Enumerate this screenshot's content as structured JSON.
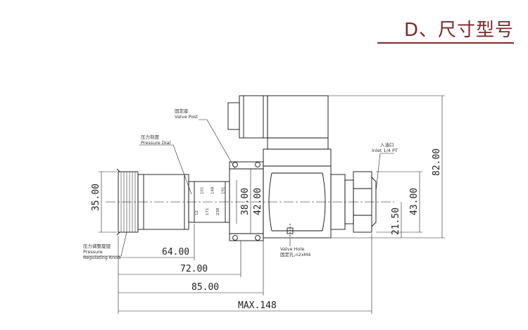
{
  "header": {
    "title": "D、尺寸型号"
  },
  "dimensions": {
    "d35": "35.00",
    "d38": "38.00",
    "d42": "42.00",
    "d43": "43.00",
    "d82": "82.00",
    "d2150": "21.50",
    "d64": "64.00",
    "d72": "72.00",
    "d85": "85.00",
    "dmax": "MAX.148"
  },
  "labels": {
    "valve_post_cn": "固定座",
    "valve_post_en": "Valve Post",
    "pressure_dial_cn": "压力刻度",
    "pressure_dial_en": "Pressure Dial",
    "inlet_cn": "入油口",
    "inlet_en": "Inlet 1/4 PT",
    "valve_hole_en": "Valve Hole",
    "valve_hole_cn": "固定孔,n2xM4",
    "knob_cn": "压力调整旋钮",
    "knob_en_1": "Pressure",
    "knob_en_2": "Regulating Knob"
  },
  "dial_marks": [
    "12",
    "101",
    "171",
    "148",
    "238",
    "191"
  ]
}
